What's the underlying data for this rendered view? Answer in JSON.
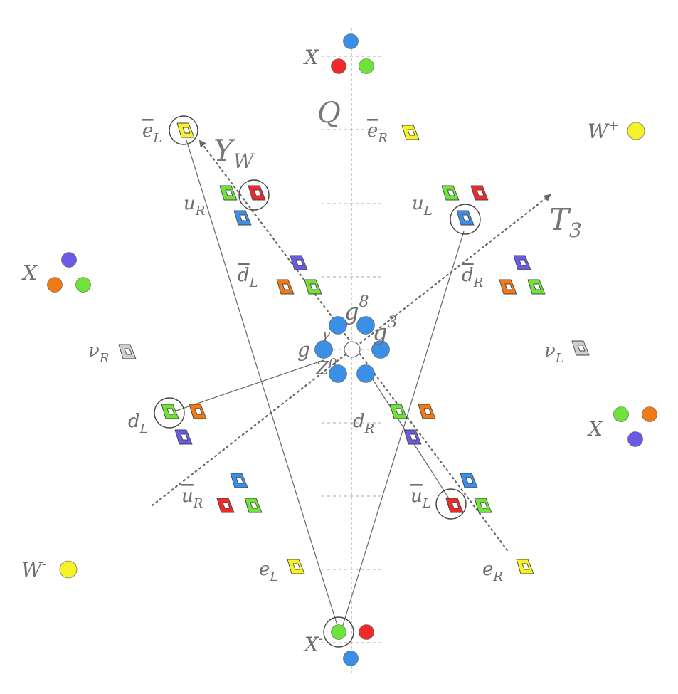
{
  "title": "Standard Model particles in weak isospin / weak hypercharge (Y_W, T3, Q) projection",
  "colors": {
    "red": "#ee2a2a",
    "green": "#6fe33a",
    "blue": "#3b8fe6",
    "orange": "#f07a17",
    "violet": "#6a5ae6",
    "yellow": "#f7f12a",
    "gray": "#cfcfcf",
    "white": "#ffffff"
  },
  "axes": {
    "q": {
      "name": "Q"
    },
    "yw": {
      "name": "Y",
      "sub": "W"
    },
    "t3": {
      "name": "T",
      "sub": "3"
    }
  },
  "quarks": {
    "uR": {
      "base": "u",
      "sub": "R"
    },
    "uL": {
      "base": "u",
      "sub": "L"
    },
    "dLbar": {
      "base": "d",
      "sub": "L"
    },
    "dRbar": {
      "base": "d",
      "sub": "R"
    },
    "dL": {
      "base": "d",
      "sub": "L"
    },
    "dR": {
      "base": "d",
      "sub": "R"
    },
    "uRbar": {
      "base": "u",
      "sub": "R"
    },
    "uLbar": {
      "base": "u",
      "sub": "L"
    }
  },
  "leptons": {
    "eLbar": {
      "base": "e",
      "sub": "L"
    },
    "eRbar": {
      "base": "e",
      "sub": "R"
    },
    "nuR": {
      "base": "ν",
      "sub": "R"
    },
    "nuL": {
      "base": "ν",
      "sub": "L"
    },
    "eL": {
      "base": "e",
      "sub": "L"
    },
    "eR": {
      "base": "e",
      "sub": "R"
    }
  },
  "bosons": {
    "x_top": "X",
    "x_left": "X",
    "x_right": "X",
    "x_bottom": "X",
    "x_bottom_sup": "-",
    "w_plus": {
      "base": "W",
      "sup": "+"
    },
    "w_minus": {
      "base": "W",
      "sup": "-"
    },
    "gluon": "g",
    "g8": {
      "base": "g",
      "sup": "8"
    },
    "g3": {
      "base": "g",
      "sup": "3"
    },
    "gamma": "γ",
    "z0": {
      "base": "Z",
      "sup": "0"
    }
  }
}
